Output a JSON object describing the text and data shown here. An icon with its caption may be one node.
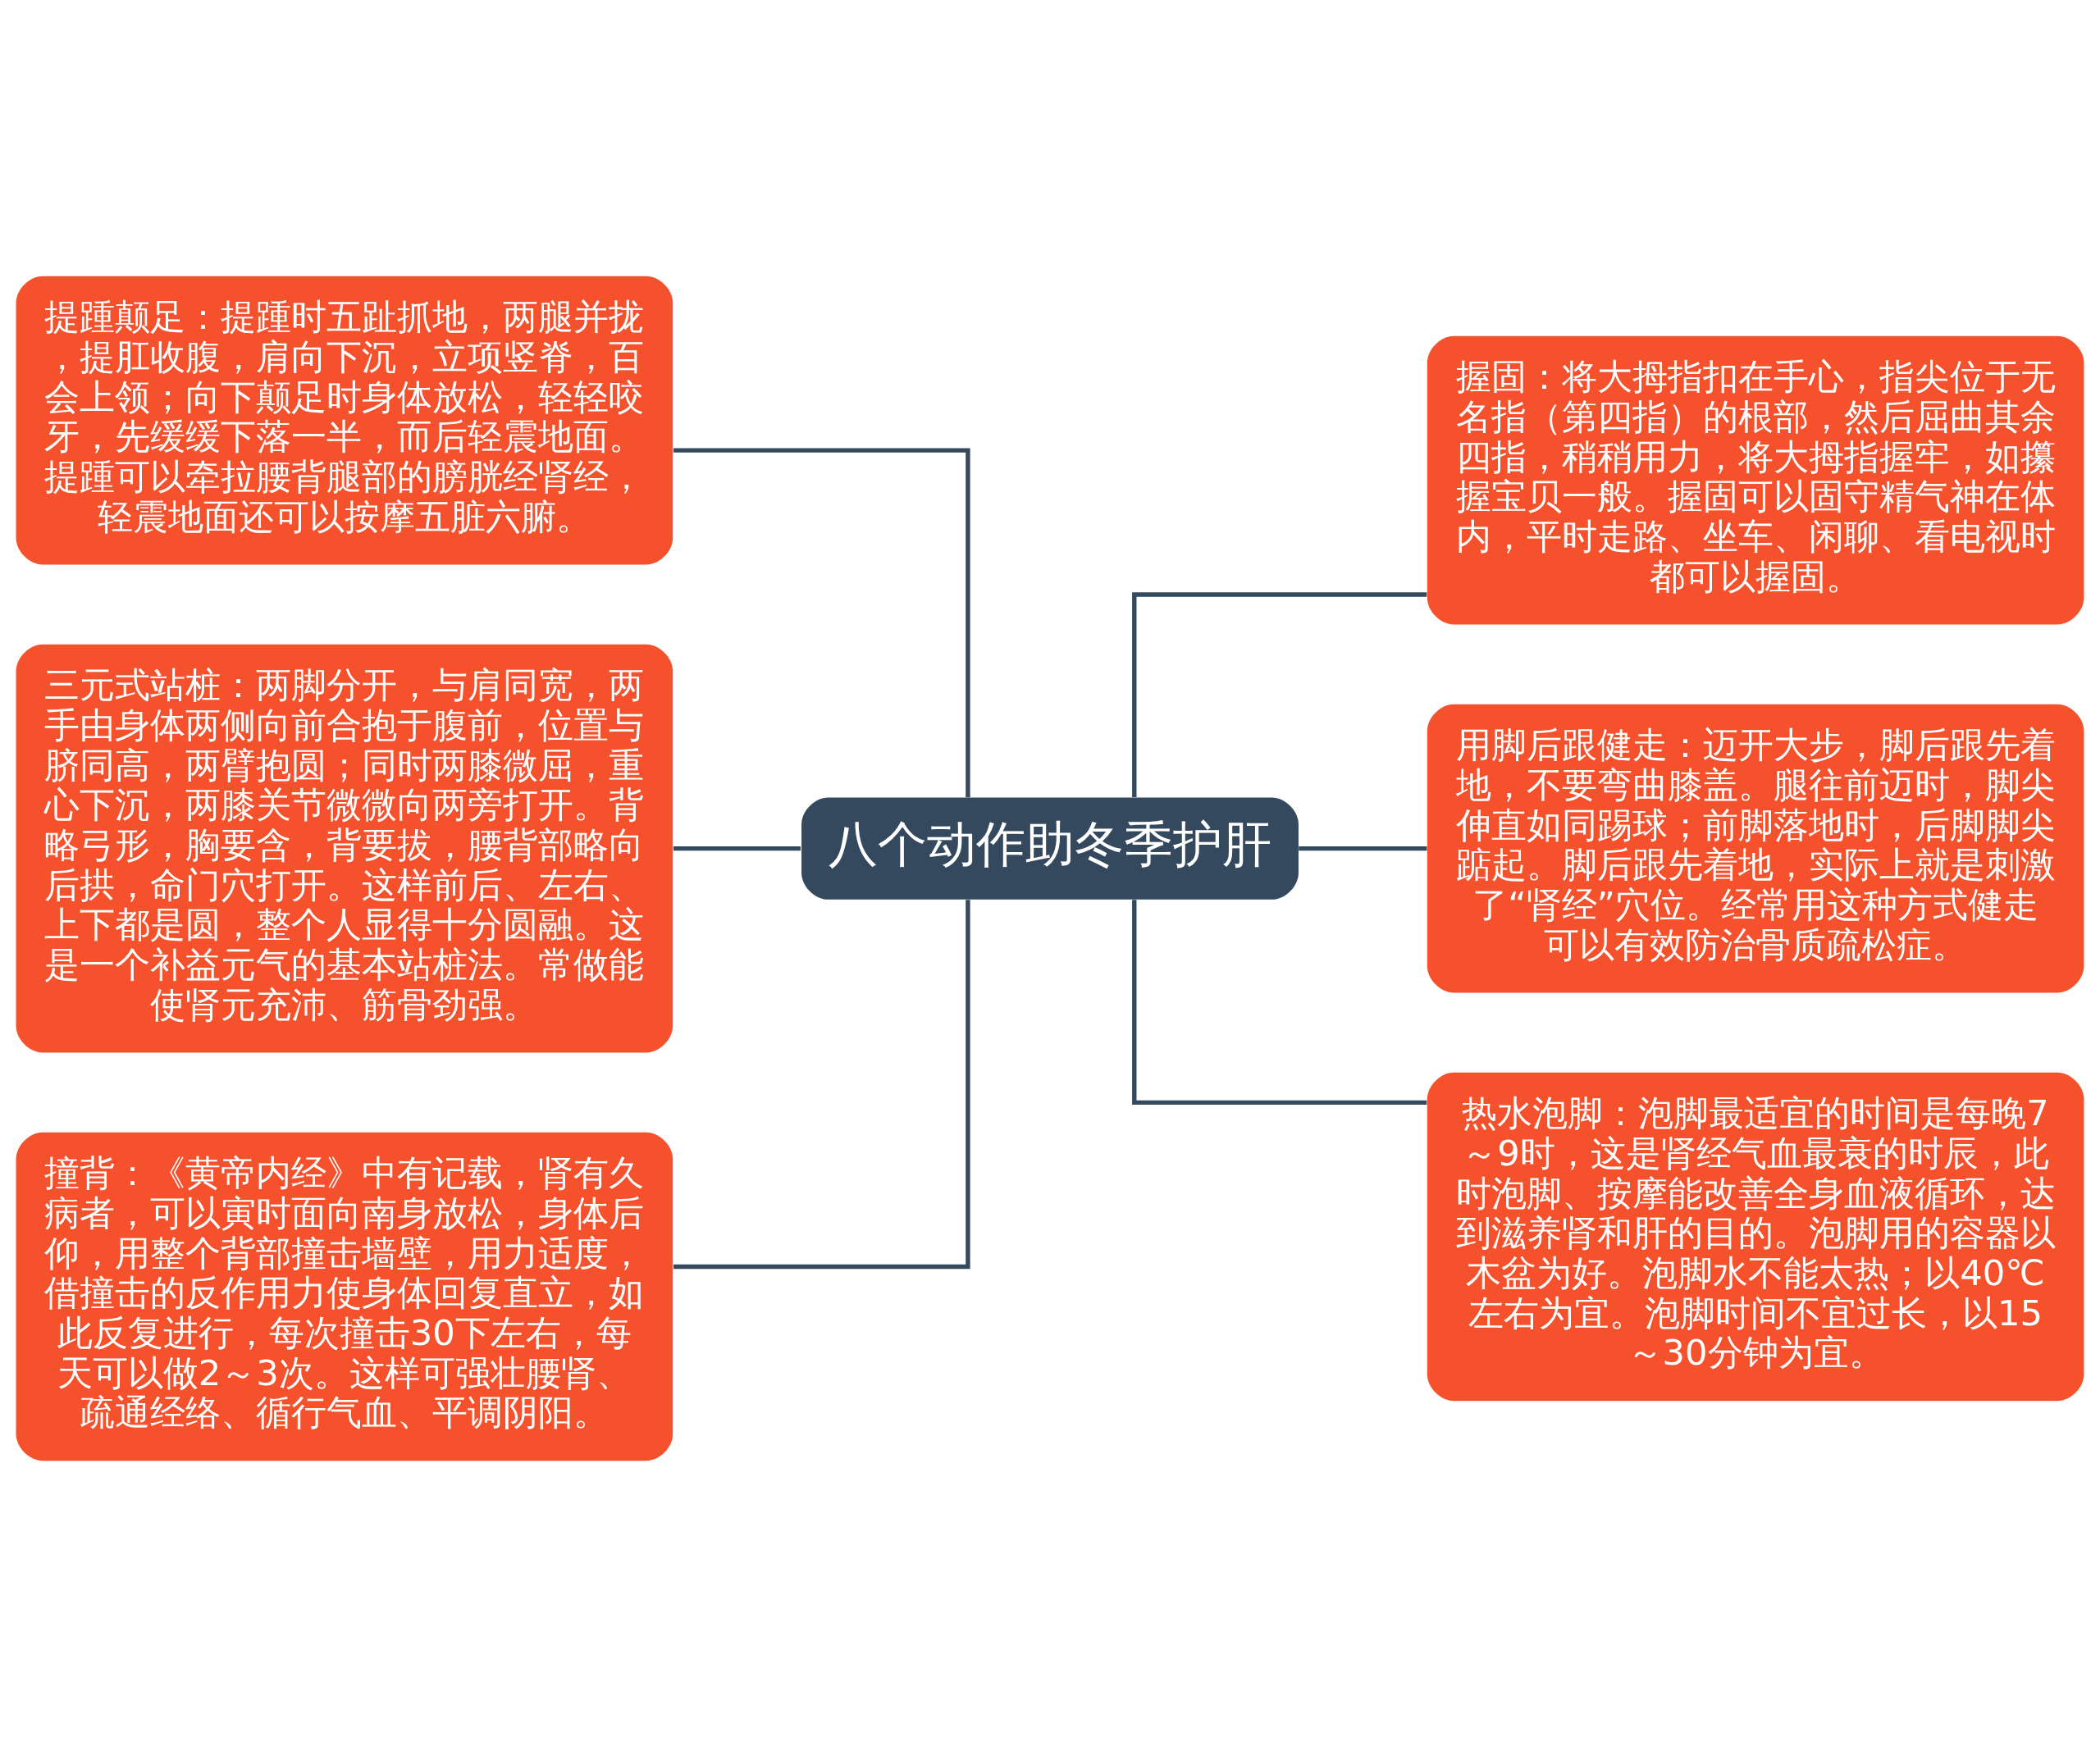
{
  "diagram": {
    "nodes": [
      {
        "text": [
          "八个动作助冬季护肝"
        ]
      },
      {
        "text": [
          "提踵颠足：提踵时五趾抓地，两腿并拢，提肛收腹，肩向下沉，立项竖脊，百会上领；向下颠足时身体放松，轻轻咬牙，先缓缓下落一半，而后轻震地面。提踵可以牵拉腰背腿部的膀胱经肾经，轻震地面还可以按摩五脏六腑。"
        ]
      },
      {
        "text": [
          "三元式站桩：两脚分开，与肩同宽，两手由身体两侧向前合抱于腹前，位置与脐同高，两臂抱圆；同时两膝微屈，重心下沉，两膝关节微微向两旁打开。背略弓形，胸要含，背要拔，腰背部略向后拱，命门穴打开。这样前后、左右、上下都是圆，整个人显得十分圆融。这是一个补益元气的基本站桩法。常做能使肾元充沛、筋骨劲强。"
        ]
      },
      {
        "text": [
          "撞背：《黄帝内经》中有记载，肾有久病者，可以寅时面向南身放松，身体后仰，用整个背部撞击墙壁，用力适度，借撞击的反作用力使身体回复直立，如此反复进行，每次撞击30下左右，每天可以做2～3次。这样可强壮腰肾、疏通经络、循行气血、平调阴阳。"
        ]
      },
      {
        "text": [
          "握固：将大拇指扣在手心，指尖位于无名指（第四指）的根部，然后屈曲其余四指，稍稍用力，将大拇指握牢，如攥握宝贝一般。握固可以固守精气神在体内，平时走路、坐车、闲聊、看电视时都可以握固。"
        ]
      },
      {
        "text": [
          "用脚后跟健走：迈开大步，脚后跟先着地，不要弯曲膝盖。腿往前迈时，脚尖伸直如同踢球；前脚落地时，后脚脚尖踮起。脚后跟先着地，实际上就是刺激了“肾经”穴位。经常用这种方式健走可以有效防治骨质疏松症。"
        ]
      },
      {
        "text": [
          "热水泡脚：泡脚最适宜的时间是每晚7～9时，这是肾经气血最衰的时辰，此时泡脚、按摩能改善全身血液循环，达到滋养肾和肝的目的。泡脚用的容器以木盆为好。泡脚水不能太热；以40℃左右为宜。泡脚时间不宜过长，以15～30分钟为宜。"
        ]
      }
    ],
    "edges": [
      {
        "from": 1,
        "to": 0,
        "arrow": "none"
      },
      {
        "from": 2,
        "to": 0,
        "arrow": "none"
      },
      {
        "from": 3,
        "to": 0,
        "arrow": "none"
      },
      {
        "from": 0,
        "to": 4,
        "arrow": "none"
      },
      {
        "from": 0,
        "to": 5,
        "arrow": "none"
      },
      {
        "from": 0,
        "to": 6,
        "arrow": "none"
      }
    ]
  }
}
